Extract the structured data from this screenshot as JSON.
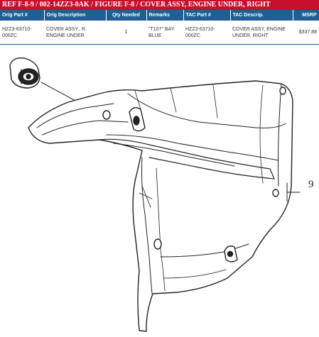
{
  "header": {
    "title": "REF F-8-9 / 002-14ZZ3-0AK / FIGURE F-8 / COVER ASSY, ENGINE UNDER, RIGHT"
  },
  "table": {
    "columns": [
      "Orig Part #",
      "Orig Description",
      "Qty Needed",
      "Remarks",
      "TAC Part #",
      "TAC Descrip.",
      "MSRP"
    ],
    "rows": [
      {
        "orig_part": "HZZ3-63710-000ZC",
        "orig_desc": "COVER ASSY., R. ENGINE UNDER",
        "qty": "1",
        "remarks": "\"T107\" BAY BLUE",
        "tac_part": "HZZ3-63710-000ZC",
        "tac_desc": "COVER ASSY, ENGINE UNDER, RIGHT",
        "msrp": "$337.88"
      }
    ]
  },
  "diagram": {
    "callout_number": "9"
  }
}
